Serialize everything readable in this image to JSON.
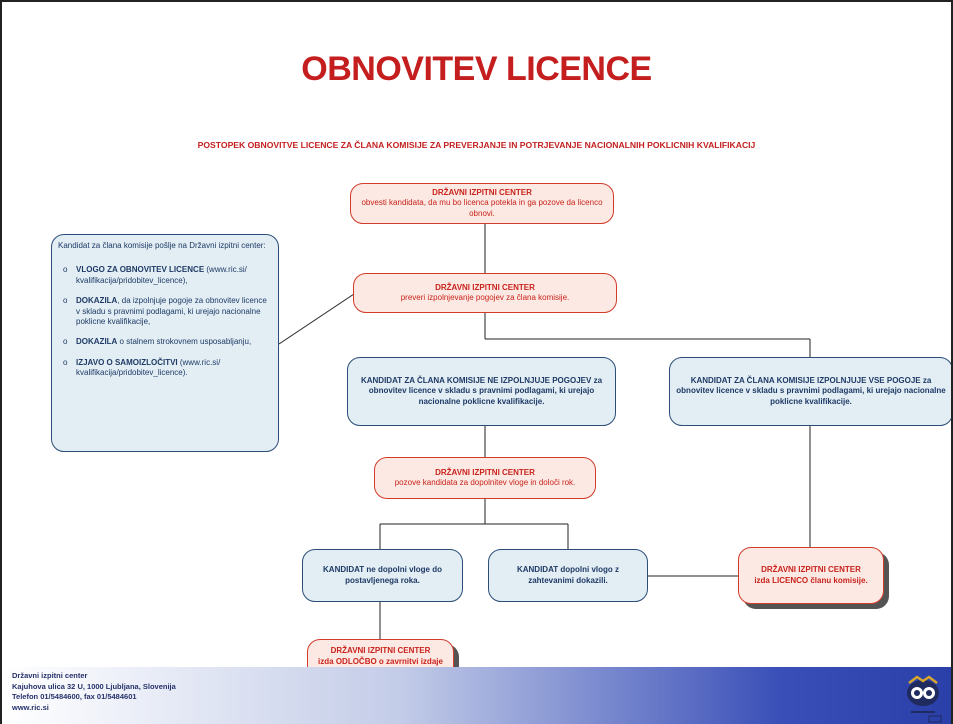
{
  "slide": {
    "title": "OBNOVITEV LICENCE",
    "subtitle": "POSTOPEK OBNOVITVE LICENCE ZA ČLANA KOMISIJE ZA PREVERJANJE IN POTRJEVANJE NACIONALNIH POKLICNIH KVALIFIKACIJ"
  },
  "left_box": {
    "intro": "Kandidat za člana komisije pošlje na Državni izpitni center:",
    "items": [
      {
        "bold": "VLOGO ZA OBNOVITEV LICENCE",
        "rest": " (www.ric.si/ kvalifikacija/pridobitev_licence),"
      },
      {
        "bold": "DOKAZILA",
        "rest": ", da izpolnjuje pogoje za obnovitev licence v skladu s pravnimi podlagami, ki urejajo nacionalne poklicne kvalifikacije,"
      },
      {
        "bold": "DOKAZILA",
        "rest": " o stalnem strokovnem usposabljanju,"
      },
      {
        "bold": "IZJAVO O SAMOIZLOČITVI",
        "rest": " (www.ric.si/ kvalifikacija/pridobitev_licence)."
      }
    ]
  },
  "nodes": {
    "n1": {
      "head": "DRŽAVNI IZPITNI CENTER",
      "body": "obvesti kandidata, da mu bo licenca potekla in ga pozove da licenco obnovi."
    },
    "n2": {
      "head": "DRŽAVNI IZPITNI CENTER",
      "body": "preveri izpolnjevanje pogojev za člana komisije."
    },
    "n3": {
      "text": "KANDIDAT ZA ČLANA KOMISIJE NE IZPOLNJUJE POGOJEV za obnovitev licence v skladu s pravnimi podlagami, ki urejajo nacionalne poklicne kvalifikacije."
    },
    "n4": {
      "text": "KANDIDAT ZA ČLANA KOMISIJE IZPOLNJUJE VSE POGOJE za obnovitev licence v skladu s pravnimi podlagami, ki urejajo nacionalne poklicne kvalifikacije."
    },
    "n5": {
      "head": "DRŽAVNI IZPITNI CENTER",
      "body": "pozove kandidata za dopolnitev vloge in določi rok."
    },
    "n6": {
      "text": "KANDIDAT ne dopolni vloge do postavljenega roka."
    },
    "n7": {
      "text": "KANDIDAT dopolni vlogo z zahtevanimi dokazili."
    },
    "n8": {
      "head": "DRŽAVNI IZPITNI CENTER",
      "body": "izda LICENCO članu komisije."
    },
    "n9": {
      "head": "DRŽAVNI IZPITNI CENTER",
      "body": "izda ODLOČBO o zavrnitvi izdaje licence."
    }
  },
  "footer": {
    "line1": "Državni izpitni center",
    "line2": "Kajuhova ulica 32 U, 1000 Ljubljana, Slovenija",
    "line3": "Telefon 01/5484600, fax 01/5484601",
    "line4": "www.ric.si"
  },
  "colors": {
    "title_red": "#c41e1e",
    "red_box_fill": "#fde9e3",
    "red_box_border": "#d23a2a",
    "blue_box_fill": "#e2eef4",
    "blue_box_border": "#2b4d78",
    "footer_blue": "#2a3fa8"
  }
}
